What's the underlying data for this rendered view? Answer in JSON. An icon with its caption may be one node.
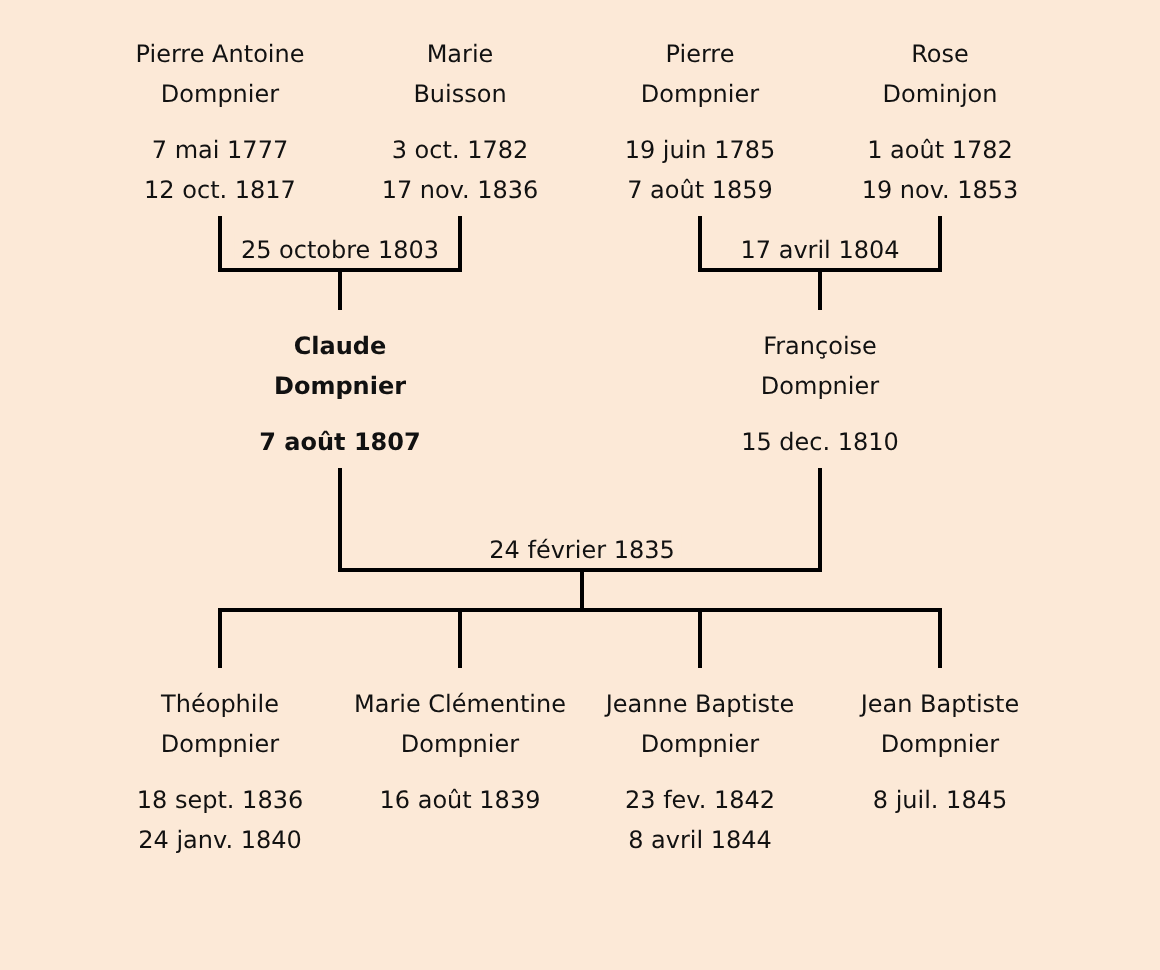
{
  "diagram": {
    "nodes": [
      {
        "text": [
          "Pierre Antoine Dompnier",
          "7 mai 1777 12 oct. 1817"
        ]
      },
      {
        "text": [
          "Marie Buisson",
          "3 oct. 1782 17 nov. 1836"
        ]
      },
      {
        "text": [
          "Pierre Dompnier",
          "19 juin 1785 7 août 1859"
        ]
      },
      {
        "text": [
          "Rose Dominjon",
          "1 août 1782 19 nov. 1853"
        ]
      },
      {
        "text": [
          "Claude Dompnier",
          "7 août 1807"
        ]
      },
      {
        "text": [
          "Françoise Dompnier",
          "15 dec. 1810"
        ]
      },
      {
        "text": [
          "Théophile Dompnier",
          "18 sept. 1836 24 janv. 1840"
        ]
      },
      {
        "text": [
          "Marie Clémentine Dompnier",
          "16 août 1839"
        ]
      },
      {
        "text": [
          "Jeanne Baptiste Dompnier",
          "23 fev. 1842 8 avril 1844"
        ]
      },
      {
        "text": [
          "Jean Baptiste Dompnier",
          "8 juil. 1845"
        ]
      }
    ],
    "edges": [
      {
        "from": 0,
        "to": 4,
        "arrow": "none",
        "label": "25 octobre 1803"
      },
      {
        "from": 1,
        "to": 4,
        "arrow": "none"
      },
      {
        "from": 2,
        "to": 5,
        "arrow": "none",
        "label": "17 avril 1804"
      },
      {
        "from": 3,
        "to": 5,
        "arrow": "none"
      },
      {
        "from": 4,
        "to": 6,
        "arrow": "none",
        "label": "24 février 1835"
      },
      {
        "from": 4,
        "to": 7,
        "arrow": "none"
      },
      {
        "from": 4,
        "to": 8,
        "arrow": "none"
      },
      {
        "from": 4,
        "to": 9,
        "arrow": "none"
      },
      {
        "from": 5,
        "to": 6,
        "arrow": "none"
      },
      {
        "from": 5,
        "to": 7,
        "arrow": "none"
      },
      {
        "from": 5,
        "to": 8,
        "arrow": "none"
      },
      {
        "from": 5,
        "to": 9,
        "arrow": "none"
      }
    ]
  }
}
